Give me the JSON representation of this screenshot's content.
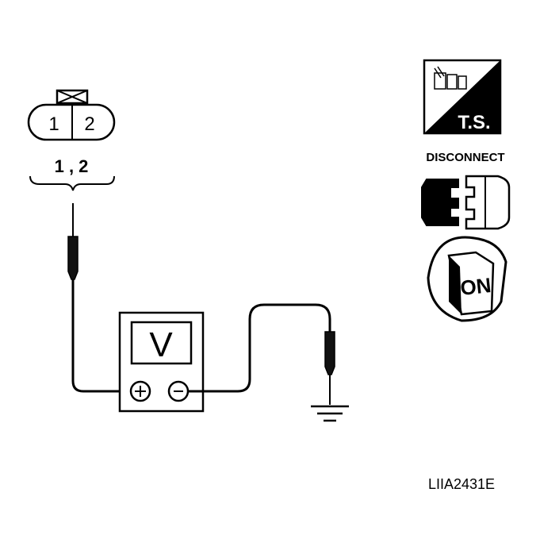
{
  "connector": {
    "pins": [
      "1",
      "2"
    ],
    "measure_label": "1 , 2"
  },
  "meter": {
    "display": "V",
    "plus_symbol": "+",
    "minus_symbol": "−"
  },
  "icons": {
    "ts_label": "T.S.",
    "disconnect_label": "DISCONNECT",
    "ignition_label": "ON"
  },
  "figure_id": "LIIA2431E"
}
